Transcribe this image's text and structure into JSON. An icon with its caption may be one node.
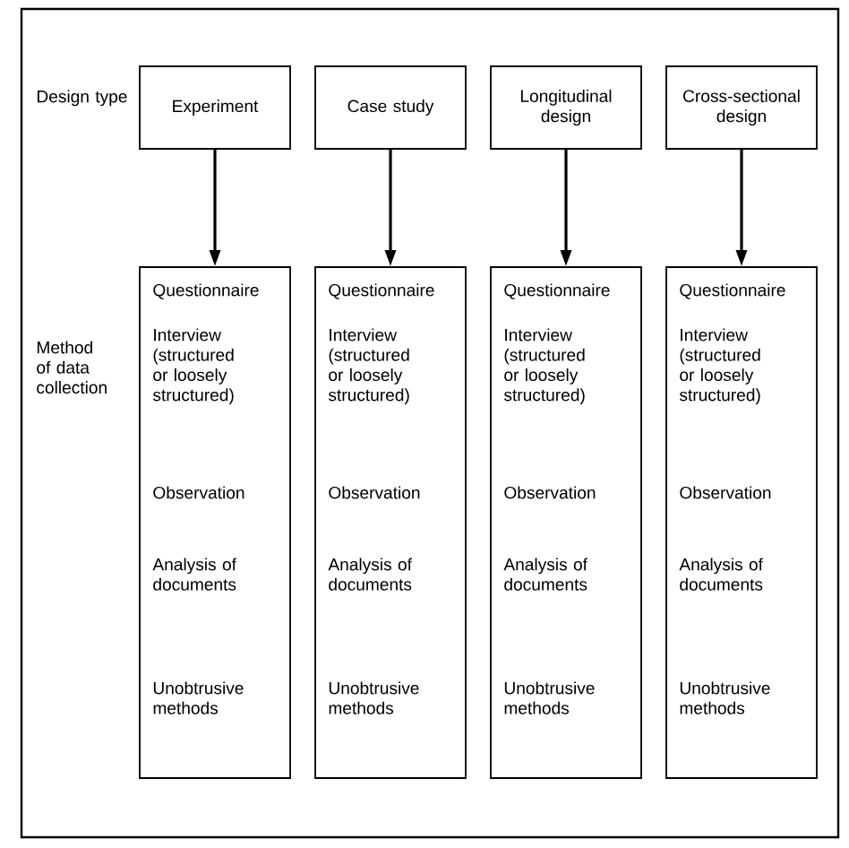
{
  "diagram": {
    "nodes": [
      {
        "text": [
          "Experiment"
        ]
      },
      {
        "text": [
          "Case study"
        ]
      },
      {
        "text": [
          "Longitudinal design"
        ]
      },
      {
        "text": [
          "Cross-sectional design"
        ]
      },
      {
        "text": [
          "Questionnaire",
          "Interview (structured or loosely structured)",
          "Observation",
          "Analysis of documents",
          "Unobtrusive methods"
        ]
      },
      {
        "text": [
          "Questionnaire",
          "Interview (structured or loosely structured)",
          "Observation",
          "Analysis of documents",
          "Unobtrusive methods"
        ]
      },
      {
        "text": [
          "Questionnaire",
          "Interview (structured or loosely structured)",
          "Observation",
          "Analysis of documents",
          "Unobtrusive methods"
        ]
      },
      {
        "text": [
          "Questionnaire",
          "Interview (structured or loosely structured)",
          "Observation",
          "Analysis of documents",
          "Unobtrusive methods"
        ]
      }
    ],
    "edges": [
      {
        "from": 0,
        "to": 4,
        "arrow": "to"
      },
      {
        "from": 1,
        "to": 5,
        "arrow": "to"
      },
      {
        "from": 2,
        "to": 6,
        "arrow": "to"
      },
      {
        "from": 3,
        "to": 7,
        "arrow": "to"
      }
    ],
    "labels": [
      "Design type",
      "Method of data collection"
    ]
  }
}
